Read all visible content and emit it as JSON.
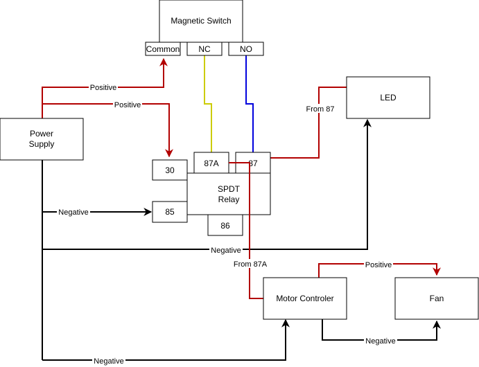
{
  "colors": {
    "positive": "#b20000",
    "negative": "#000000",
    "nc_wire": "#cccc00",
    "no_wire": "#0000dd",
    "border": "#000000"
  },
  "nodes": {
    "magnetic_switch": "Magnetic Switch",
    "common": "Common",
    "nc": "NC",
    "no": "NO",
    "power_supply_line1": "Power",
    "power_supply_line2": "Supply",
    "led": "LED",
    "relay_line1": "SPDT",
    "relay_line2": "Relay",
    "pin_30": "30",
    "pin_87a": "87A",
    "pin_87": "87",
    "pin_85": "85",
    "pin_86": "86",
    "motor_controller": "Motor Controler",
    "fan": "Fan"
  },
  "edges": {
    "positive_to_common": "Positive",
    "positive_to_30": "Positive",
    "negative_to_85": "Negative",
    "negative_to_led": "Negative",
    "negative_to_motor": "Negative",
    "from_87_to_led": "From 87",
    "from_87a_to_motor": "From 87A",
    "positive_to_fan": "Positive",
    "negative_fan": "Negative"
  }
}
